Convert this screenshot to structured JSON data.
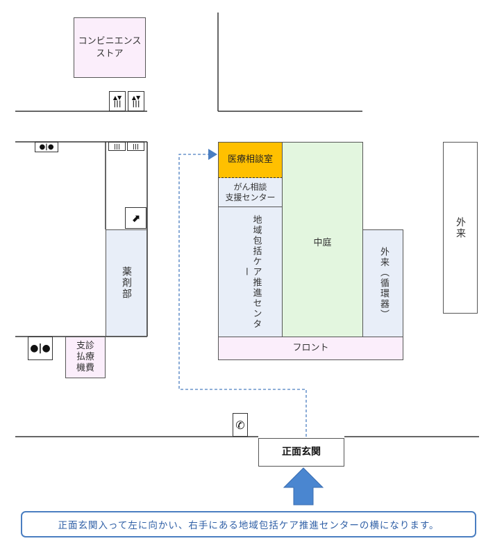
{
  "colors": {
    "pink": "#fbeefb",
    "green": "#e3f6df",
    "blue": "#e8eef8",
    "gold": "#ffc000",
    "route": "#4a7ec1",
    "arrow": "#4a7ec1"
  },
  "labels": {
    "convenience_store": "コンビニエンス\nストア",
    "pharmacy": "薬剤部",
    "cashier": "支診\n払療\n機費",
    "medical_consultation": "医療相談室",
    "cancer_support": "がん相談\n支援センター",
    "community_care": "地域包括ケア推進センター",
    "courtyard": "中庭",
    "outpatient_circulatory": "外来（循環器）",
    "outpatient": "外来",
    "front_desk": "フロント",
    "main_entrance": "正面玄関"
  },
  "icons": {
    "elevator": "elevator-icon",
    "restroom": "restroom-icon",
    "escalator": "escalator-icon",
    "phone": "phone-icon"
  },
  "note": "正面玄関入って左に向かい、右手にある地域包括ケア推進センターの横になります。"
}
